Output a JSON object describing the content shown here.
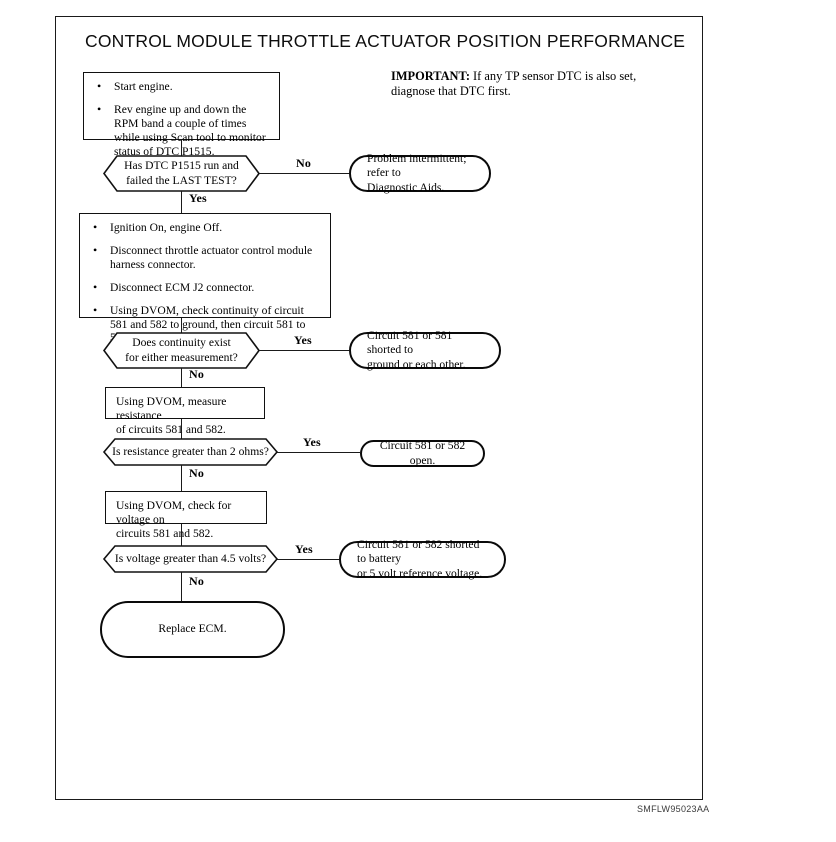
{
  "document": {
    "title": "CONTROL MODULE THROTTLE ACTUATOR POSITION PERFORMANCE",
    "code": "SMFLW95023AA"
  },
  "note": {
    "lead": "IMPORTANT:",
    "text": " If any TP sensor DTC is also set, diagnose that DTC first."
  },
  "flow": {
    "step1": {
      "bullets": [
        "Start engine.",
        "Rev engine up and down the RPM band a couple of times while using Scan tool to monitor status of DTC P1515."
      ]
    },
    "decision1": {
      "line1": "Has DTC P1515 run and",
      "line2": "failed the LAST TEST?",
      "yes_label": "Yes",
      "no_label": "No"
    },
    "result1": {
      "line1": "Problem intermittent; refer to",
      "line2": "Diagnostic Aids."
    },
    "step2": {
      "bullets": [
        "Ignition On, engine Off.",
        "Disconnect throttle actuator control module harness connector.",
        "Disconnect ECM J2 connector.",
        "Using DVOM, check continuity of circuit 581 and 582 to ground, then circuit 581 to 582."
      ]
    },
    "decision2": {
      "line1": "Does continuity exist",
      "line2": "for either measurement?",
      "yes_label": "Yes",
      "no_label": "No"
    },
    "result2": {
      "line1": "Circuit 581 or 581 shorted to",
      "line2": "ground or each other."
    },
    "step3": {
      "line1": "Using DVOM, measure resistance",
      "line2": "of circuits 581 and 582."
    },
    "decision3": {
      "line1": "Is resistance greater than 2 ohms?",
      "yes_label": "Yes",
      "no_label": "No"
    },
    "result3": {
      "line1": "Circuit 581 or 582 open."
    },
    "step4": {
      "line1": "Using DVOM, check for voltage on",
      "line2": "circuits 581 and 582."
    },
    "decision4": {
      "line1": "Is voltage greater than 4.5 volts?",
      "yes_label": "Yes",
      "no_label": "No"
    },
    "result4": {
      "line1": "Circuit 581 or 582 shorted to battery",
      "line2": "or 5 volt reference voltage."
    },
    "terminal": {
      "label": "Replace ECM."
    }
  },
  "colors": {
    "ink": "#111111",
    "paper": "#ffffff"
  }
}
